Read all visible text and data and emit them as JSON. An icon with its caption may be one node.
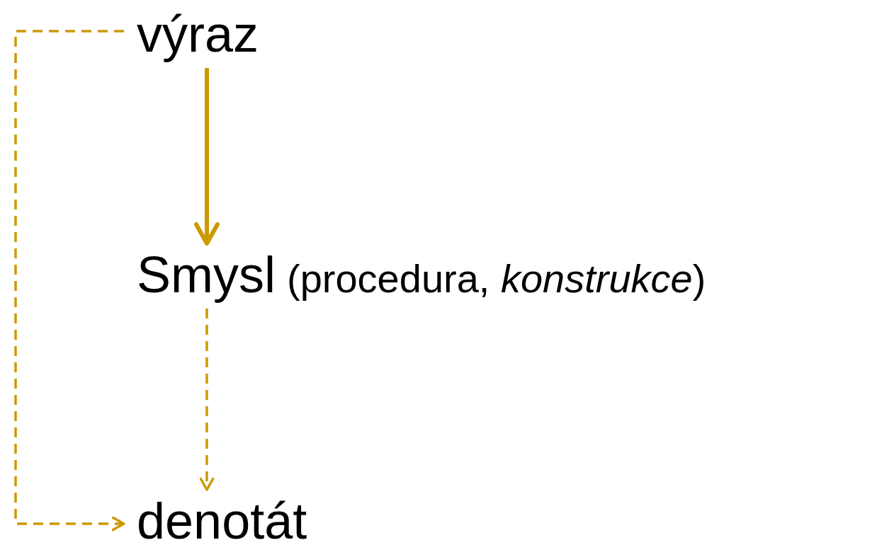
{
  "diagram": {
    "nodes": [
      {
        "text": [
          "výraz"
        ]
      },
      {
        "text": [
          "Smysl",
          "(procedura, *konstrukce*)"
        ]
      },
      {
        "text": [
          "denotát"
        ]
      }
    ],
    "edges": [
      {
        "from": 0,
        "to": 1,
        "arrow": "to"
      },
      {
        "from": 1,
        "to": 2,
        "arrow": "to",
        "style": "dashed"
      },
      {
        "from": 0,
        "to": 2,
        "arrow": "to",
        "style": "dashed"
      }
    ]
  }
}
